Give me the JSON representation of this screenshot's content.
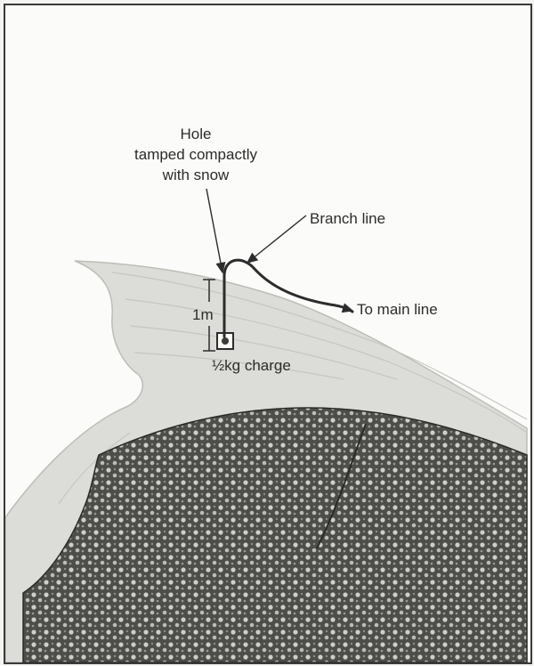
{
  "labels": {
    "hole_line1": "Hole",
    "hole_line2": "tamped compactly",
    "hole_line3": "with snow",
    "branch_line": "Branch line",
    "main_line": "To main line",
    "depth": "1m",
    "charge": "½kg charge"
  },
  "colors": {
    "snow": "#dcdcd8",
    "rock": "#4a4a46",
    "ink": "#2c2c2c"
  }
}
